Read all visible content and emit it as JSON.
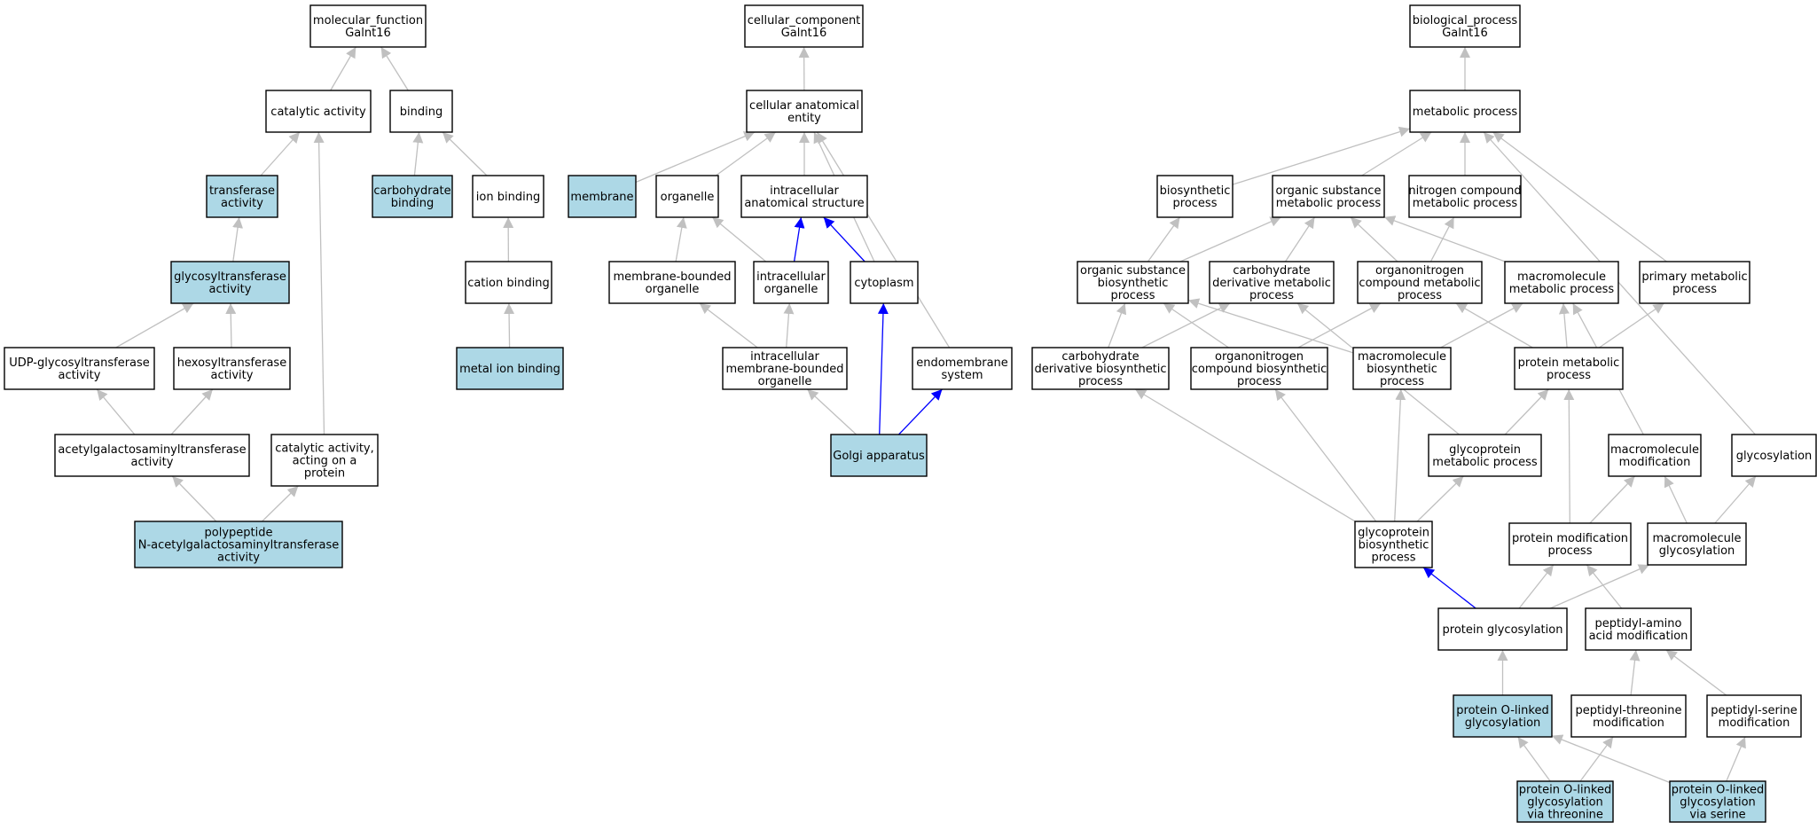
{
  "colors": {
    "background": "#ffffff",
    "node_fill": "#ffffff",
    "annotated_fill": "#add8e6",
    "node_stroke": "#000000",
    "edge_gray": "#c0c0c0",
    "edge_blue": "#0000ff"
  },
  "diagram": {
    "nodes": [
      {
        "id": "mf",
        "label": [
          "molecular_function",
          "Galnt16"
        ],
        "annotated": false
      },
      {
        "id": "catalytic",
        "label": [
          "catalytic activity"
        ],
        "annotated": false
      },
      {
        "id": "binding",
        "label": [
          "binding"
        ],
        "annotated": false
      },
      {
        "id": "transferase",
        "label": [
          "transferase",
          "activity"
        ],
        "annotated": true
      },
      {
        "id": "carb_binding",
        "label": [
          "carbohydrate",
          "binding"
        ],
        "annotated": true
      },
      {
        "id": "ion_binding",
        "label": [
          "ion binding"
        ],
        "annotated": false
      },
      {
        "id": "glycosyltransferase",
        "label": [
          "glycosyltransferase",
          "activity"
        ],
        "annotated": true
      },
      {
        "id": "cation_binding",
        "label": [
          "cation binding"
        ],
        "annotated": false
      },
      {
        "id": "udp",
        "label": [
          "UDP-glycosyltransferase",
          "activity"
        ],
        "annotated": false
      },
      {
        "id": "hexosyl",
        "label": [
          "hexosyltransferase",
          "activity"
        ],
        "annotated": false
      },
      {
        "id": "metal_ion",
        "label": [
          "metal ion binding"
        ],
        "annotated": true
      },
      {
        "id": "acetylgal",
        "label": [
          "acetylgalactosaminyltransferase",
          "activity"
        ],
        "annotated": false
      },
      {
        "id": "cat_protein",
        "label": [
          "catalytic activity,",
          "acting on a",
          "protein"
        ],
        "annotated": false
      },
      {
        "id": "polypeptide",
        "label": [
          "polypeptide",
          "N-acetylgalactosaminyltransferase",
          "activity"
        ],
        "annotated": true
      },
      {
        "id": "cc",
        "label": [
          "cellular_component",
          "Galnt16"
        ],
        "annotated": false
      },
      {
        "id": "cae",
        "label": [
          "cellular anatomical",
          "entity"
        ],
        "annotated": false
      },
      {
        "id": "membrane",
        "label": [
          "membrane"
        ],
        "annotated": true
      },
      {
        "id": "organelle",
        "label": [
          "organelle"
        ],
        "annotated": false
      },
      {
        "id": "ias",
        "label": [
          "intracellular",
          "anatomical structure"
        ],
        "annotated": false
      },
      {
        "id": "mbo",
        "label": [
          "membrane-bounded",
          "organelle"
        ],
        "annotated": false
      },
      {
        "id": "io",
        "label": [
          "intracellular",
          "organelle"
        ],
        "annotated": false
      },
      {
        "id": "cytoplasm",
        "label": [
          "cytoplasm"
        ],
        "annotated": false
      },
      {
        "id": "imbo",
        "label": [
          "intracellular",
          "membrane-bounded",
          "organelle"
        ],
        "annotated": false
      },
      {
        "id": "endomembrane",
        "label": [
          "endomembrane",
          "system"
        ],
        "annotated": false
      },
      {
        "id": "golgi",
        "label": [
          "Golgi apparatus"
        ],
        "annotated": true
      },
      {
        "id": "bp",
        "label": [
          "biological_process",
          "Galnt16"
        ],
        "annotated": false
      },
      {
        "id": "metabolic",
        "label": [
          "metabolic process"
        ],
        "annotated": false
      },
      {
        "id": "biosynthetic",
        "label": [
          "biosynthetic",
          "process"
        ],
        "annotated": false
      },
      {
        "id": "osmp",
        "label": [
          "organic substance",
          "metabolic process"
        ],
        "annotated": false
      },
      {
        "id": "ncmp",
        "label": [
          "nitrogen compound",
          "metabolic process"
        ],
        "annotated": false
      },
      {
        "id": "osbp",
        "label": [
          "organic substance",
          "biosynthetic",
          "process"
        ],
        "annotated": false
      },
      {
        "id": "cdmp",
        "label": [
          "carbohydrate",
          "derivative metabolic",
          "process"
        ],
        "annotated": false
      },
      {
        "id": "ocmp",
        "label": [
          "organonitrogen",
          "compound metabolic",
          "process"
        ],
        "annotated": false
      },
      {
        "id": "mmp",
        "label": [
          "macromolecule",
          "metabolic process"
        ],
        "annotated": false
      },
      {
        "id": "pmp",
        "label": [
          "primary metabolic",
          "process"
        ],
        "annotated": false
      },
      {
        "id": "cdbp",
        "label": [
          "carbohydrate",
          "derivative biosynthetic",
          "process"
        ],
        "annotated": false
      },
      {
        "id": "ocbp",
        "label": [
          "organonitrogen",
          "compound biosynthetic",
          "process"
        ],
        "annotated": false
      },
      {
        "id": "mbp",
        "label": [
          "macromolecule",
          "biosynthetic",
          "process"
        ],
        "annotated": false
      },
      {
        "id": "protmp",
        "label": [
          "protein metabolic",
          "process"
        ],
        "annotated": false
      },
      {
        "id": "gmp",
        "label": [
          "glycoprotein",
          "metabolic process"
        ],
        "annotated": false
      },
      {
        "id": "mmod",
        "label": [
          "macromolecule",
          "modification"
        ],
        "annotated": false
      },
      {
        "id": "glycosylation",
        "label": [
          "glycosylation"
        ],
        "annotated": false
      },
      {
        "id": "gbp",
        "label": [
          "glycoprotein",
          "biosynthetic",
          "process"
        ],
        "annotated": false
      },
      {
        "id": "pmodp",
        "label": [
          "protein modification",
          "process"
        ],
        "annotated": false
      },
      {
        "id": "mglyc",
        "label": [
          "macromolecule",
          "glycosylation"
        ],
        "annotated": false
      },
      {
        "id": "pglyc",
        "label": [
          "protein glycosylation"
        ],
        "annotated": false
      },
      {
        "id": "pam",
        "label": [
          "peptidyl-amino",
          "acid modification"
        ],
        "annotated": false
      },
      {
        "id": "pog",
        "label": [
          "protein O-linked",
          "glycosylation"
        ],
        "annotated": true
      },
      {
        "id": "ptm",
        "label": [
          "peptidyl-threonine",
          "modification"
        ],
        "annotated": false
      },
      {
        "id": "psm",
        "label": [
          "peptidyl-serine",
          "modification"
        ],
        "annotated": false
      },
      {
        "id": "pog_thr",
        "label": [
          "protein O-linked",
          "glycosylation",
          "via threonine"
        ],
        "annotated": true
      },
      {
        "id": "pog_ser",
        "label": [
          "protein O-linked",
          "glycosylation",
          "via serine"
        ],
        "annotated": true
      }
    ],
    "edges": [
      {
        "from": "catalytic",
        "to": "mf",
        "kind": "is_a"
      },
      {
        "from": "binding",
        "to": "mf",
        "kind": "is_a"
      },
      {
        "from": "transferase",
        "to": "catalytic",
        "kind": "is_a"
      },
      {
        "from": "carb_binding",
        "to": "binding",
        "kind": "is_a"
      },
      {
        "from": "ion_binding",
        "to": "binding",
        "kind": "is_a"
      },
      {
        "from": "glycosyltransferase",
        "to": "transferase",
        "kind": "is_a"
      },
      {
        "from": "cation_binding",
        "to": "ion_binding",
        "kind": "is_a"
      },
      {
        "from": "udp",
        "to": "glycosyltransferase",
        "kind": "is_a"
      },
      {
        "from": "hexosyl",
        "to": "glycosyltransferase",
        "kind": "is_a"
      },
      {
        "from": "metal_ion",
        "to": "cation_binding",
        "kind": "is_a"
      },
      {
        "from": "acetylgal",
        "to": "udp",
        "kind": "is_a"
      },
      {
        "from": "acetylgal",
        "to": "hexosyl",
        "kind": "is_a"
      },
      {
        "from": "cat_protein",
        "to": "catalytic",
        "kind": "is_a"
      },
      {
        "from": "polypeptide",
        "to": "acetylgal",
        "kind": "is_a"
      },
      {
        "from": "polypeptide",
        "to": "cat_protein",
        "kind": "is_a"
      },
      {
        "from": "cae",
        "to": "cc",
        "kind": "is_a"
      },
      {
        "from": "membrane",
        "to": "cae",
        "kind": "is_a"
      },
      {
        "from": "organelle",
        "to": "cae",
        "kind": "is_a"
      },
      {
        "from": "ias",
        "to": "cae",
        "kind": "is_a"
      },
      {
        "from": "cytoplasm",
        "to": "cae",
        "kind": "is_a"
      },
      {
        "from": "endomembrane",
        "to": "cae",
        "kind": "is_a"
      },
      {
        "from": "mbo",
        "to": "organelle",
        "kind": "is_a"
      },
      {
        "from": "io",
        "to": "organelle",
        "kind": "is_a"
      },
      {
        "from": "io",
        "to": "ias",
        "kind": "part_of"
      },
      {
        "from": "cytoplasm",
        "to": "ias",
        "kind": "part_of"
      },
      {
        "from": "imbo",
        "to": "mbo",
        "kind": "is_a"
      },
      {
        "from": "imbo",
        "to": "io",
        "kind": "is_a"
      },
      {
        "from": "golgi",
        "to": "imbo",
        "kind": "is_a"
      },
      {
        "from": "golgi",
        "to": "cytoplasm",
        "kind": "part_of"
      },
      {
        "from": "golgi",
        "to": "endomembrane",
        "kind": "part_of"
      },
      {
        "from": "metabolic",
        "to": "bp",
        "kind": "is_a"
      },
      {
        "from": "biosynthetic",
        "to": "metabolic",
        "kind": "is_a"
      },
      {
        "from": "osmp",
        "to": "metabolic",
        "kind": "is_a"
      },
      {
        "from": "ncmp",
        "to": "metabolic",
        "kind": "is_a"
      },
      {
        "from": "pmp",
        "to": "metabolic",
        "kind": "is_a"
      },
      {
        "from": "glycosylation",
        "to": "metabolic",
        "kind": "is_a"
      },
      {
        "from": "osbp",
        "to": "biosynthetic",
        "kind": "is_a"
      },
      {
        "from": "osbp",
        "to": "osmp",
        "kind": "is_a"
      },
      {
        "from": "cdmp",
        "to": "osmp",
        "kind": "is_a"
      },
      {
        "from": "ocmp",
        "to": "osmp",
        "kind": "is_a"
      },
      {
        "from": "ocmp",
        "to": "ncmp",
        "kind": "is_a"
      },
      {
        "from": "mmp",
        "to": "osmp",
        "kind": "is_a"
      },
      {
        "from": "cdbp",
        "to": "osbp",
        "kind": "is_a"
      },
      {
        "from": "cdbp",
        "to": "cdmp",
        "kind": "is_a"
      },
      {
        "from": "ocbp",
        "to": "osbp",
        "kind": "is_a"
      },
      {
        "from": "ocbp",
        "to": "ocmp",
        "kind": "is_a"
      },
      {
        "from": "mbp",
        "to": "osbp",
        "kind": "is_a"
      },
      {
        "from": "mbp",
        "to": "mmp",
        "kind": "is_a"
      },
      {
        "from": "protmp",
        "to": "ocmp",
        "kind": "is_a"
      },
      {
        "from": "protmp",
        "to": "mmp",
        "kind": "is_a"
      },
      {
        "from": "protmp",
        "to": "pmp",
        "kind": "is_a"
      },
      {
        "from": "gmp",
        "to": "cdmp",
        "kind": "is_a"
      },
      {
        "from": "gmp",
        "to": "protmp",
        "kind": "is_a"
      },
      {
        "from": "mmod",
        "to": "mmp",
        "kind": "is_a"
      },
      {
        "from": "gbp",
        "to": "cdbp",
        "kind": "is_a"
      },
      {
        "from": "gbp",
        "to": "ocbp",
        "kind": "is_a"
      },
      {
        "from": "gbp",
        "to": "mbp",
        "kind": "is_a"
      },
      {
        "from": "gbp",
        "to": "gmp",
        "kind": "is_a"
      },
      {
        "from": "pmodp",
        "to": "protmp",
        "kind": "is_a"
      },
      {
        "from": "pmodp",
        "to": "mmod",
        "kind": "is_a"
      },
      {
        "from": "mglyc",
        "to": "mmod",
        "kind": "is_a"
      },
      {
        "from": "mglyc",
        "to": "glycosylation",
        "kind": "is_a"
      },
      {
        "from": "pglyc",
        "to": "pmodp",
        "kind": "is_a"
      },
      {
        "from": "pglyc",
        "to": "mglyc",
        "kind": "is_a"
      },
      {
        "from": "pglyc",
        "to": "gbp",
        "kind": "part_of"
      },
      {
        "from": "pam",
        "to": "pmodp",
        "kind": "is_a"
      },
      {
        "from": "pog",
        "to": "pglyc",
        "kind": "is_a"
      },
      {
        "from": "ptm",
        "to": "pam",
        "kind": "is_a"
      },
      {
        "from": "psm",
        "to": "pam",
        "kind": "is_a"
      },
      {
        "from": "pog_thr",
        "to": "pog",
        "kind": "is_a"
      },
      {
        "from": "pog_thr",
        "to": "ptm",
        "kind": "is_a"
      },
      {
        "from": "pog_ser",
        "to": "pog",
        "kind": "is_a"
      },
      {
        "from": "pog_ser",
        "to": "psm",
        "kind": "is_a"
      }
    ]
  }
}
